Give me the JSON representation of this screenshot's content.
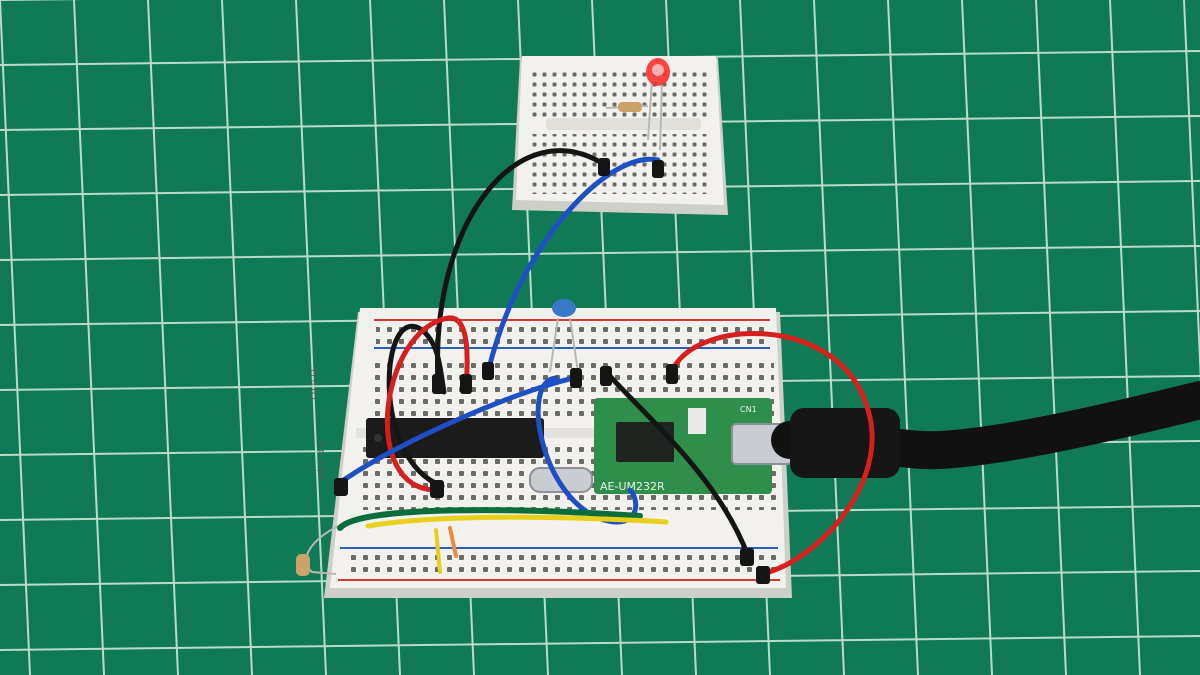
{
  "colors": {
    "mat": "#0f7a55",
    "mat_dark": "#0b6a49",
    "grid_line": "#d9ecdf",
    "board": "#f2f1ed",
    "board_shadow": "#cfcfca",
    "hole": "#6b6b66",
    "rail_red": "#d43a34",
    "rail_blue": "#2a5fb8",
    "chip": "#1b1b1b",
    "pcb": "#2f8f4a",
    "wire_black": "#151515",
    "wire_red": "#d5201d",
    "wire_blue": "#1f4fc4",
    "wire_yellow": "#e7cf1a",
    "wire_green": "#0a6d3c",
    "led": "#ff3030",
    "usb_cable": "#111111"
  },
  "labels": {
    "module_marking": "AE-UM232R",
    "connector_label": "CN1",
    "row_letters_top": "f g h i j",
    "row_letters_bottom": "a b c d e"
  }
}
